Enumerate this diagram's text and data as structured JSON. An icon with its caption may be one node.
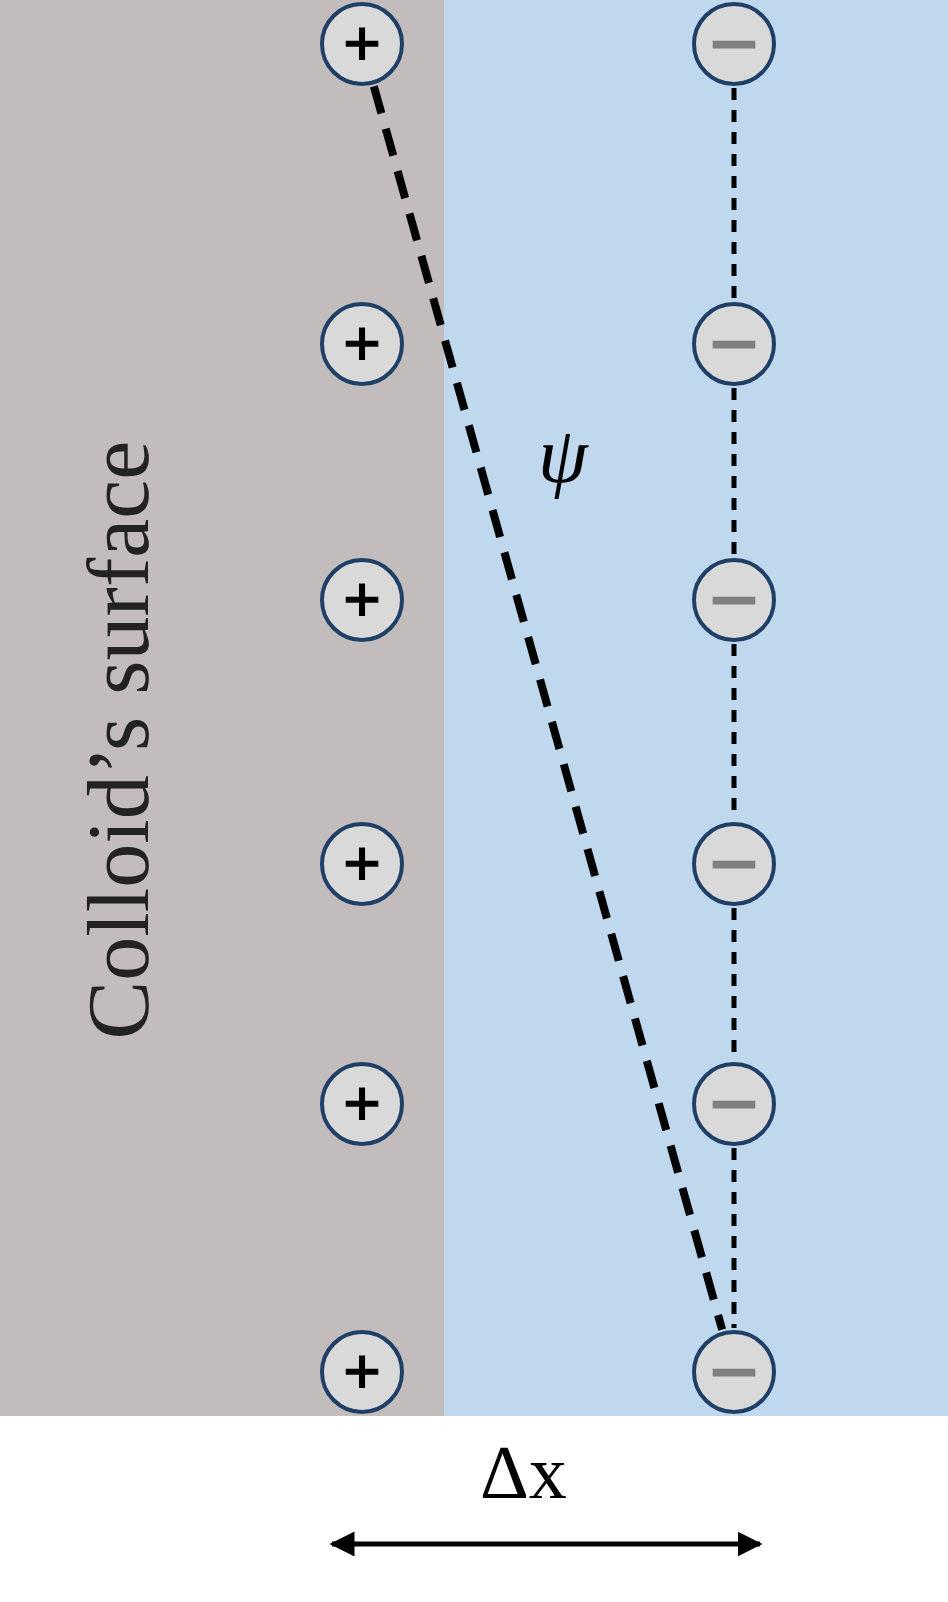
{
  "diagram": {
    "nodes": [
      {
        "text": [
          "+"
        ]
      },
      {
        "text": [
          "+"
        ]
      },
      {
        "text": [
          "+"
        ]
      },
      {
        "text": [
          "+"
        ]
      },
      {
        "text": [
          "+"
        ]
      },
      {
        "text": [
          "+"
        ]
      },
      {
        "text": [
          "−"
        ]
      },
      {
        "text": [
          "−"
        ]
      },
      {
        "text": [
          "−"
        ]
      },
      {
        "text": [
          "−"
        ]
      },
      {
        "text": [
          "−"
        ]
      },
      {
        "text": [
          "−"
        ]
      }
    ],
    "edges": [
      {
        "from": 0,
        "to": 11,
        "arrow": "none",
        "style": "dashed",
        "label": "ψ"
      },
      {
        "from": 6,
        "to": 7,
        "arrow": "none",
        "style": "dashed"
      },
      {
        "from": 7,
        "to": 8,
        "arrow": "none",
        "style": "dashed"
      },
      {
        "from": 8,
        "to": 9,
        "arrow": "none",
        "style": "dashed"
      },
      {
        "from": 9,
        "to": 10,
        "arrow": "none",
        "style": "dashed"
      },
      {
        "from": 10,
        "to": 11,
        "arrow": "none",
        "style": "dashed"
      }
    ],
    "labels": [
      "Colloid’s surface",
      "Δx"
    ]
  }
}
